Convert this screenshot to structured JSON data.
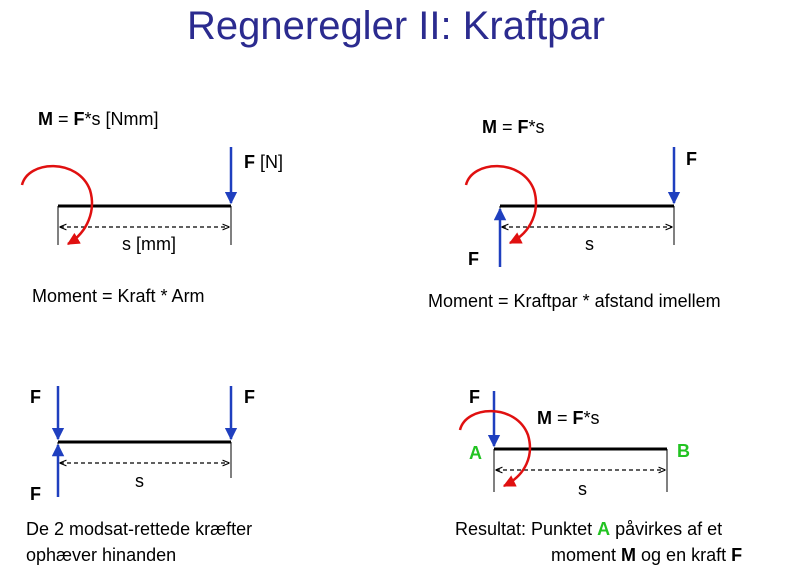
{
  "title": "Regneregler II:  Kraftpar",
  "panel1": {
    "formula": {
      "m": "M",
      "eq": " = ",
      "f": "F",
      "rest": "*s [Nmm]"
    },
    "force": {
      "f": "F",
      "unit": " [N]"
    },
    "distance": "s [mm]",
    "caption": "Moment = Kraft * Arm"
  },
  "panel2": {
    "formula": {
      "m": "M",
      "eq": " = ",
      "f": "F",
      "rest": "*s"
    },
    "force_right": "F",
    "force_left": "F",
    "distance": "s",
    "caption": "Moment = Kraftpar * afstand imellem"
  },
  "panel3": {
    "force_top_left": "F",
    "force_top_right": "F",
    "force_bottom_left": "F",
    "distance": "s",
    "caption_line1": "De 2 modsat-rettede kræfter",
    "caption_line2": "ophæver hinanden"
  },
  "panel4": {
    "force_top": "F",
    "formula": {
      "m": "M",
      "eq": " = ",
      "f": "F",
      "rest": "*s"
    },
    "point_a": "A",
    "point_b": "B",
    "distance": "s",
    "result": {
      "prefix": "Resultat:  Punktet ",
      "point": "A",
      "mid": " påvirkes af et",
      "line2_start": "moment ",
      "m": "M",
      "line2_mid": " og en kraft ",
      "f": "F"
    }
  },
  "colors": {
    "title": "#2b2b8f",
    "force_arrow": "#1f3fbf",
    "moment_arrow": "#e01010",
    "point_label": "#22c322"
  }
}
